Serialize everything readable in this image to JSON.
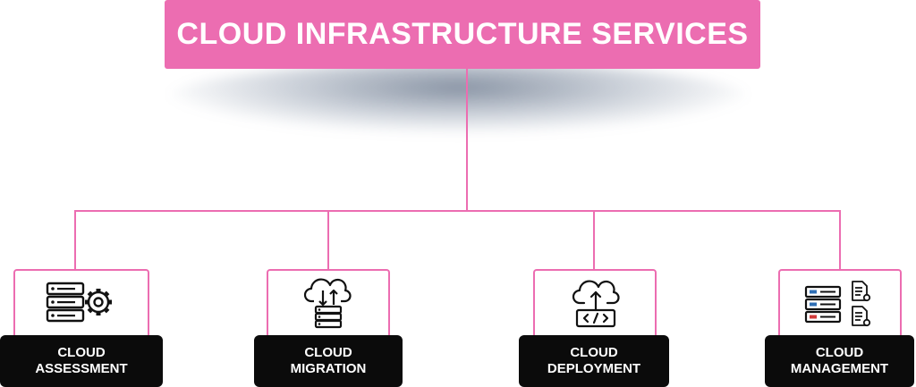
{
  "title": "CLOUD INFRASTRUCTURE SERVICES",
  "colors": {
    "accent": "#ec6db1",
    "label_bg": "#0b0b0b",
    "label_text": "#ffffff"
  },
  "services": [
    {
      "line1": "CLOUD",
      "line2": "ASSESSMENT",
      "icon": "server-gear-icon"
    },
    {
      "line1": "CLOUD",
      "line2": "MIGRATION",
      "icon": "cloud-upload-download-server-icon"
    },
    {
      "line1": "CLOUD",
      "line2": "DEPLOYMENT",
      "icon": "cloud-upload-code-icon"
    },
    {
      "line1": "CLOUD",
      "line2": "MANAGEMENT",
      "icon": "server-documents-icon"
    }
  ]
}
